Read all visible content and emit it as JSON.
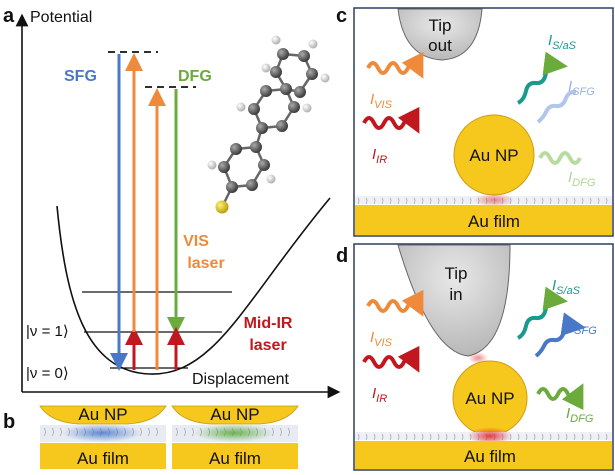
{
  "panel_a": {
    "label": "a",
    "y_axis_label": "Potential",
    "x_axis_label": "Displacement",
    "sfg_label": "SFG",
    "dfg_label": "DFG",
    "vis_laser_label_1": "VIS",
    "vis_laser_label_2": "laser",
    "ir_laser_label_1": "Mid-IR",
    "ir_laser_label_2": "laser",
    "level_v1": "|ν = 1⟩",
    "level_v0": "|ν = 0⟩"
  },
  "panel_b": {
    "label": "b",
    "np_left": "Au NP",
    "film_left": "Au film",
    "np_right": "Au NP",
    "film_right": "Au film"
  },
  "panel_c": {
    "label": "c",
    "tip_line1": "Tip",
    "tip_line2": "out",
    "np_label": "Au NP",
    "film_label": "Au film",
    "i_vis": "I",
    "i_vis_sub": "VIS",
    "i_ir": "I",
    "i_ir_sub": "IR",
    "i_sas": "I",
    "i_sas_sub": "S/aS",
    "i_sfg": "I",
    "i_sfg_sub": "SFG",
    "i_dfg": "I",
    "i_dfg_sub": "DFG"
  },
  "panel_d": {
    "label": "d",
    "tip_line1": "Tip",
    "tip_line2": "in",
    "np_label": "Au NP",
    "film_label": "Au film",
    "i_vis": "I",
    "i_vis_sub": "VIS",
    "i_ir": "I",
    "i_ir_sub": "IR",
    "i_sas": "I",
    "i_sas_sub": "S/aS",
    "i_sfg": "I",
    "i_sfg_sub": "SFG",
    "i_dfg": "I",
    "i_dfg_sub": "DFG"
  },
  "colors": {
    "sfg_blue": "#4a78c8",
    "dfg_green": "#6aab3c",
    "vis_orange": "#ef8a3a",
    "ir_red": "#c0181e",
    "sas_teal": "#1a9a8e",
    "gold": "#f6c81e",
    "panel_border": "#2b3f66"
  }
}
